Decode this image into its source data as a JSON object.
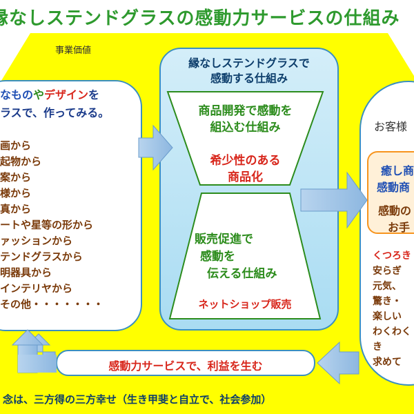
{
  "title": "縁なしステンドグラスの感動力サービスの仕組み",
  "jigyou_kachi": "事業価値",
  "left_panel": {
    "line1_parts": [
      "なもの",
      "や",
      "デザイン",
      "を"
    ],
    "line2": "ラスで、作ってみる。",
    "items": [
      "画から",
      "起物から",
      "案から",
      "様から",
      "真から",
      "ートや星等の形から",
      "ァッションから",
      "テンドグラスから",
      "明器具から",
      "インテリヤから",
      "その他・・・・・・・"
    ]
  },
  "center_panel": {
    "header_line1": "縁なしステンドグラスで",
    "header_line2": "感動する仕組み",
    "top_funnel_line1": "商品開発で感動を",
    "top_funnel_line2": "組込む仕組み",
    "top_funnel_red1": "希少性のある",
    "top_funnel_red2": "商品化",
    "bottom_funnel_line1": "販売促進で",
    "bottom_funnel_line2": "感動を",
    "bottom_funnel_line3": "伝える仕組み",
    "bottom_funnel_red": "ネットショップ販売"
  },
  "right_panel": {
    "header": "お客様",
    "box_line1": "癒し商",
    "box_line2": "感動商",
    "box_line3": "感動の",
    "box_line4": "お手",
    "items": [
      "くつろき",
      "安らぎ",
      "元気、",
      "驚き・",
      "楽しい",
      "わくわく",
      "き",
      "求めて"
    ]
  },
  "bottom_bar": "感動力サービスで、利益を生む",
  "footer": "念は、三方得の三方幸せ（生き甲斐と自立で、社会参加）",
  "colors": {
    "yellow": "#ffff00",
    "title_green": "#2e9a2e",
    "frame_blue": "#3a8fc0",
    "arrow_fill": "#9fc4e6",
    "box_orange": "#f7941d",
    "text_brown": "#7a3a0a",
    "text_red": "#d8261b"
  }
}
